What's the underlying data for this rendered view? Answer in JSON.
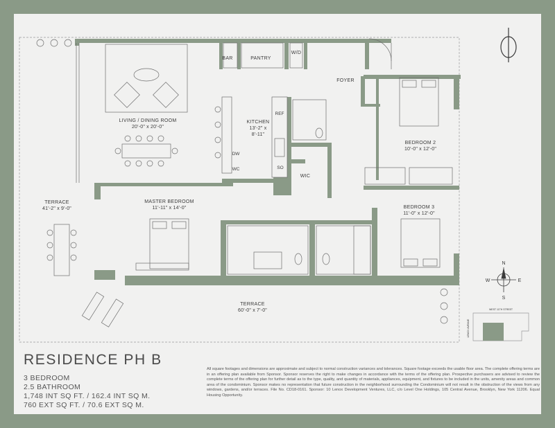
{
  "residence": {
    "title": "RESIDENCE PH B",
    "bedrooms": "3 BEDROOM",
    "bathrooms": "2.5 BATHROOM",
    "interior_area": "1,748 INT SQ FT. / 162.4 INT SQ M.",
    "exterior_area": "760 EXT SQ FT. / 70.6 EXT SQ M."
  },
  "rooms": {
    "bar": "BAR",
    "pantry": "PANTRY",
    "wd": "W/D",
    "foyer": "FOYER",
    "living_name": "LIVING / DINING ROOM",
    "living_dim": "20'-0\" x 20'-0\"",
    "kitchen_name": "KITCHEN",
    "kitchen_dim1": "13'-2\" x",
    "kitchen_dim2": "8'-11\"",
    "ref": "REF",
    "dw": "DW",
    "wc": "WC",
    "so": "SO",
    "wic": "WIC",
    "bedroom2_name": "BEDROOM 2",
    "bedroom2_dim": "10'-0\" x 12'-0\"",
    "bedroom3_name": "BEDROOM 3",
    "bedroom3_dim": "11'-0\" x 12'-0\"",
    "master_name": "MASTER BEDROOM",
    "master_dim": "11'-11\" x 14'-0\"",
    "terrace_w_name": "TERRACE",
    "terrace_w_dim": "41'-2\" x 9'-0\"",
    "terrace_s_name": "TERRACE",
    "terrace_s_dim": "60'-0\" x 7'-0\""
  },
  "compass": {
    "n": "N",
    "s": "S",
    "e": "E",
    "w": "W"
  },
  "keyplan": {
    "street": "WEST 11TH STREET",
    "side": "LENOX AVENUE"
  },
  "colors": {
    "wall": "#8a9a87",
    "background": "#8a9a87",
    "paper": "#f1f1f0"
  },
  "disclaimer": "All square footages and dimensions are approximate and subject to normal construction variances and tolerances. Square footage exceeds the usable floor area. The complete offering terms are in an offering plan available from Sponsor. Sponsor reserves the right to make changes in accordance with the terms of the offering plan. Prospective purchasers are advised to review the complete terms of the offering plan for further detail as to the type, quality, and quantity of materials, appliances, equipment, and fixtures to be included in the units, amenity areas and common area of the condominium. Sponsor makes no representation that future construction in the neighborhood surrounding the Condominium will not result in the obstruction of the views from any windows, gardens, and/or terraces. File No. CD18-0161. Sponsor: 10 Lenox Development Ventures, LLC, c/o Level One Holdings, 105 Central Avenue, Brooklyn, New York 11206. Equal Housing Opportunity."
}
